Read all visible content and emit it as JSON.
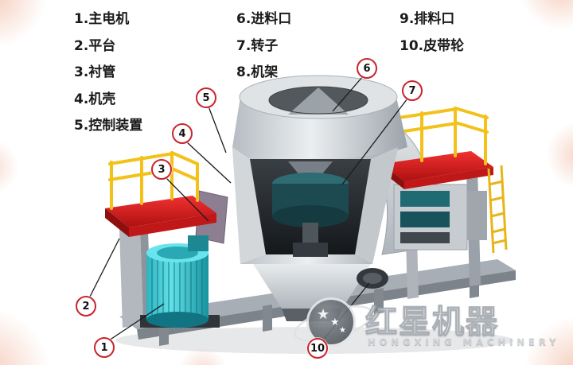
{
  "legend": {
    "columns": [
      {
        "items": [
          "1.主电机",
          "2.平台",
          "3.衬管",
          "4.机壳",
          "5.控制装置"
        ]
      },
      {
        "items": [
          "6.进料口",
          "7.转子",
          "8.机架"
        ]
      },
      {
        "items": [
          "9.排料口",
          "10.皮带轮"
        ]
      }
    ]
  },
  "callouts": [
    "1",
    "2",
    "3",
    "4",
    "5",
    "6",
    "7",
    "10"
  ],
  "watermark": {
    "brand": "红星机器",
    "subtitle": "HONGXING MACHINERY"
  },
  "colors": {
    "callout_red": "#c9252b",
    "platform_red": "#d42020",
    "motor_cyan": "#35c8d2",
    "railing_yellow": "#f2c21a",
    "machine_gray": "#c9ced3",
    "background_blush": "#f5cfc0"
  }
}
